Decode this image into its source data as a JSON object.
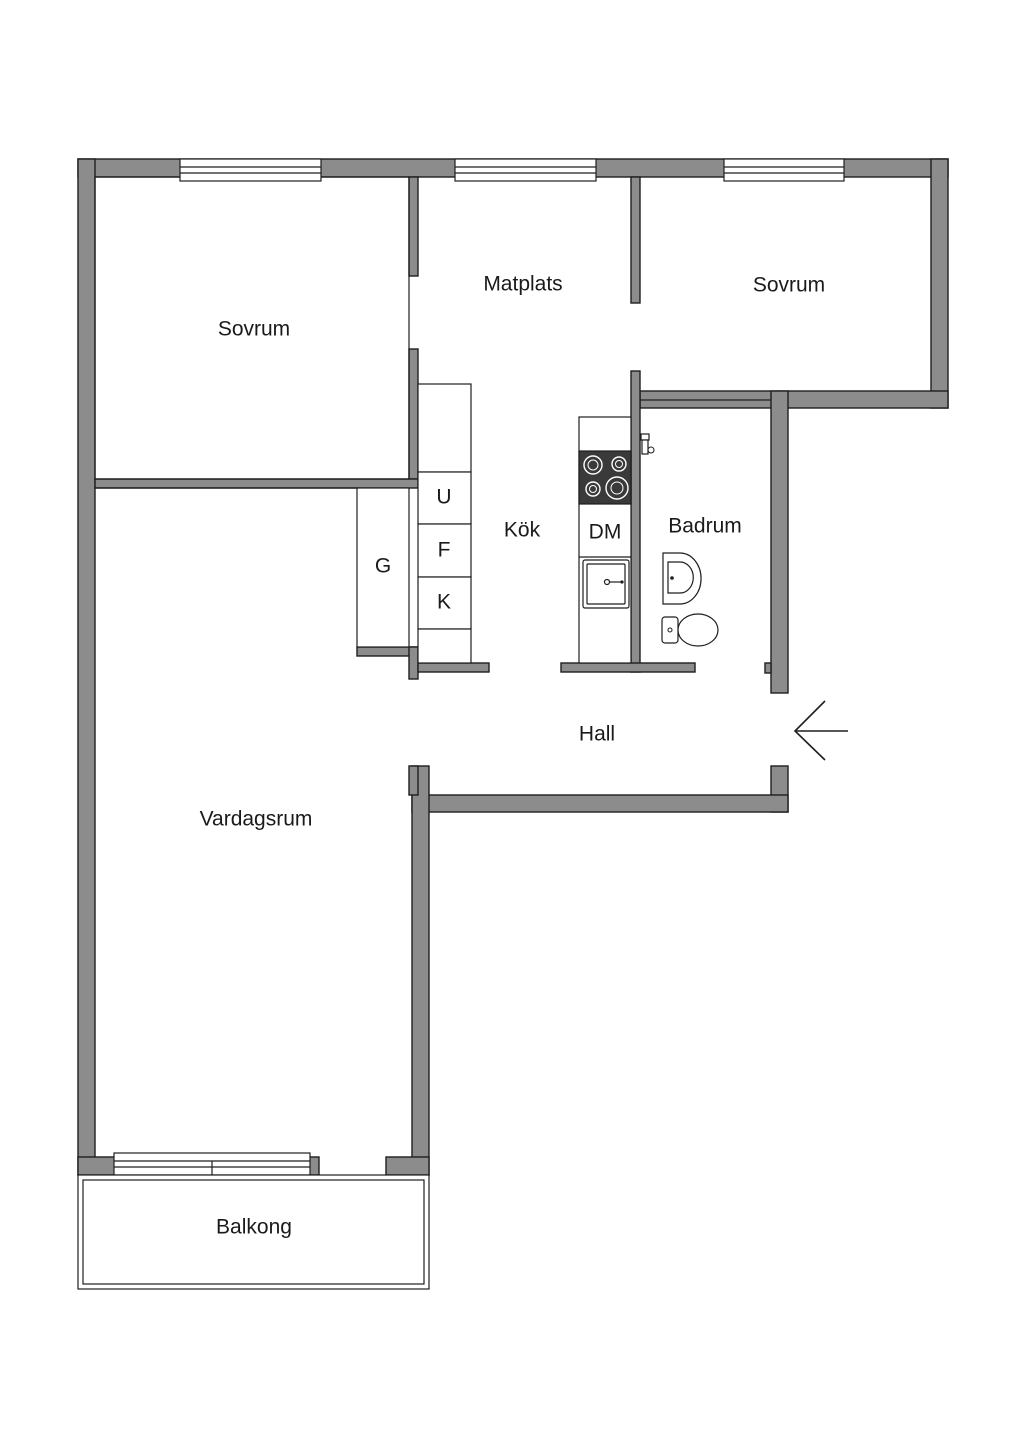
{
  "rooms": {
    "sovrum_left": "Sovrum",
    "matplats": "Matplats",
    "sovrum_right": "Sovrum",
    "kok": "Kök",
    "badrum": "Badrum",
    "hall": "Hall",
    "vardagsrum": "Vardagsrum",
    "balkong": "Balkong"
  },
  "fixtures": {
    "u": "U",
    "f": "F",
    "k": "K",
    "g": "G",
    "dm": "DM"
  },
  "icons": {
    "entrance": "entrance-arrow-icon",
    "stove": "stove-icon",
    "sink": "kitchen-sink-icon",
    "washbasin": "washbasin-icon",
    "toilet": "toilet-icon",
    "faucet": "shower-faucet-icon"
  },
  "colors": {
    "wall": "#8c8c8c",
    "outline": "#1e1e1e",
    "stove": "#3a3a3a"
  }
}
